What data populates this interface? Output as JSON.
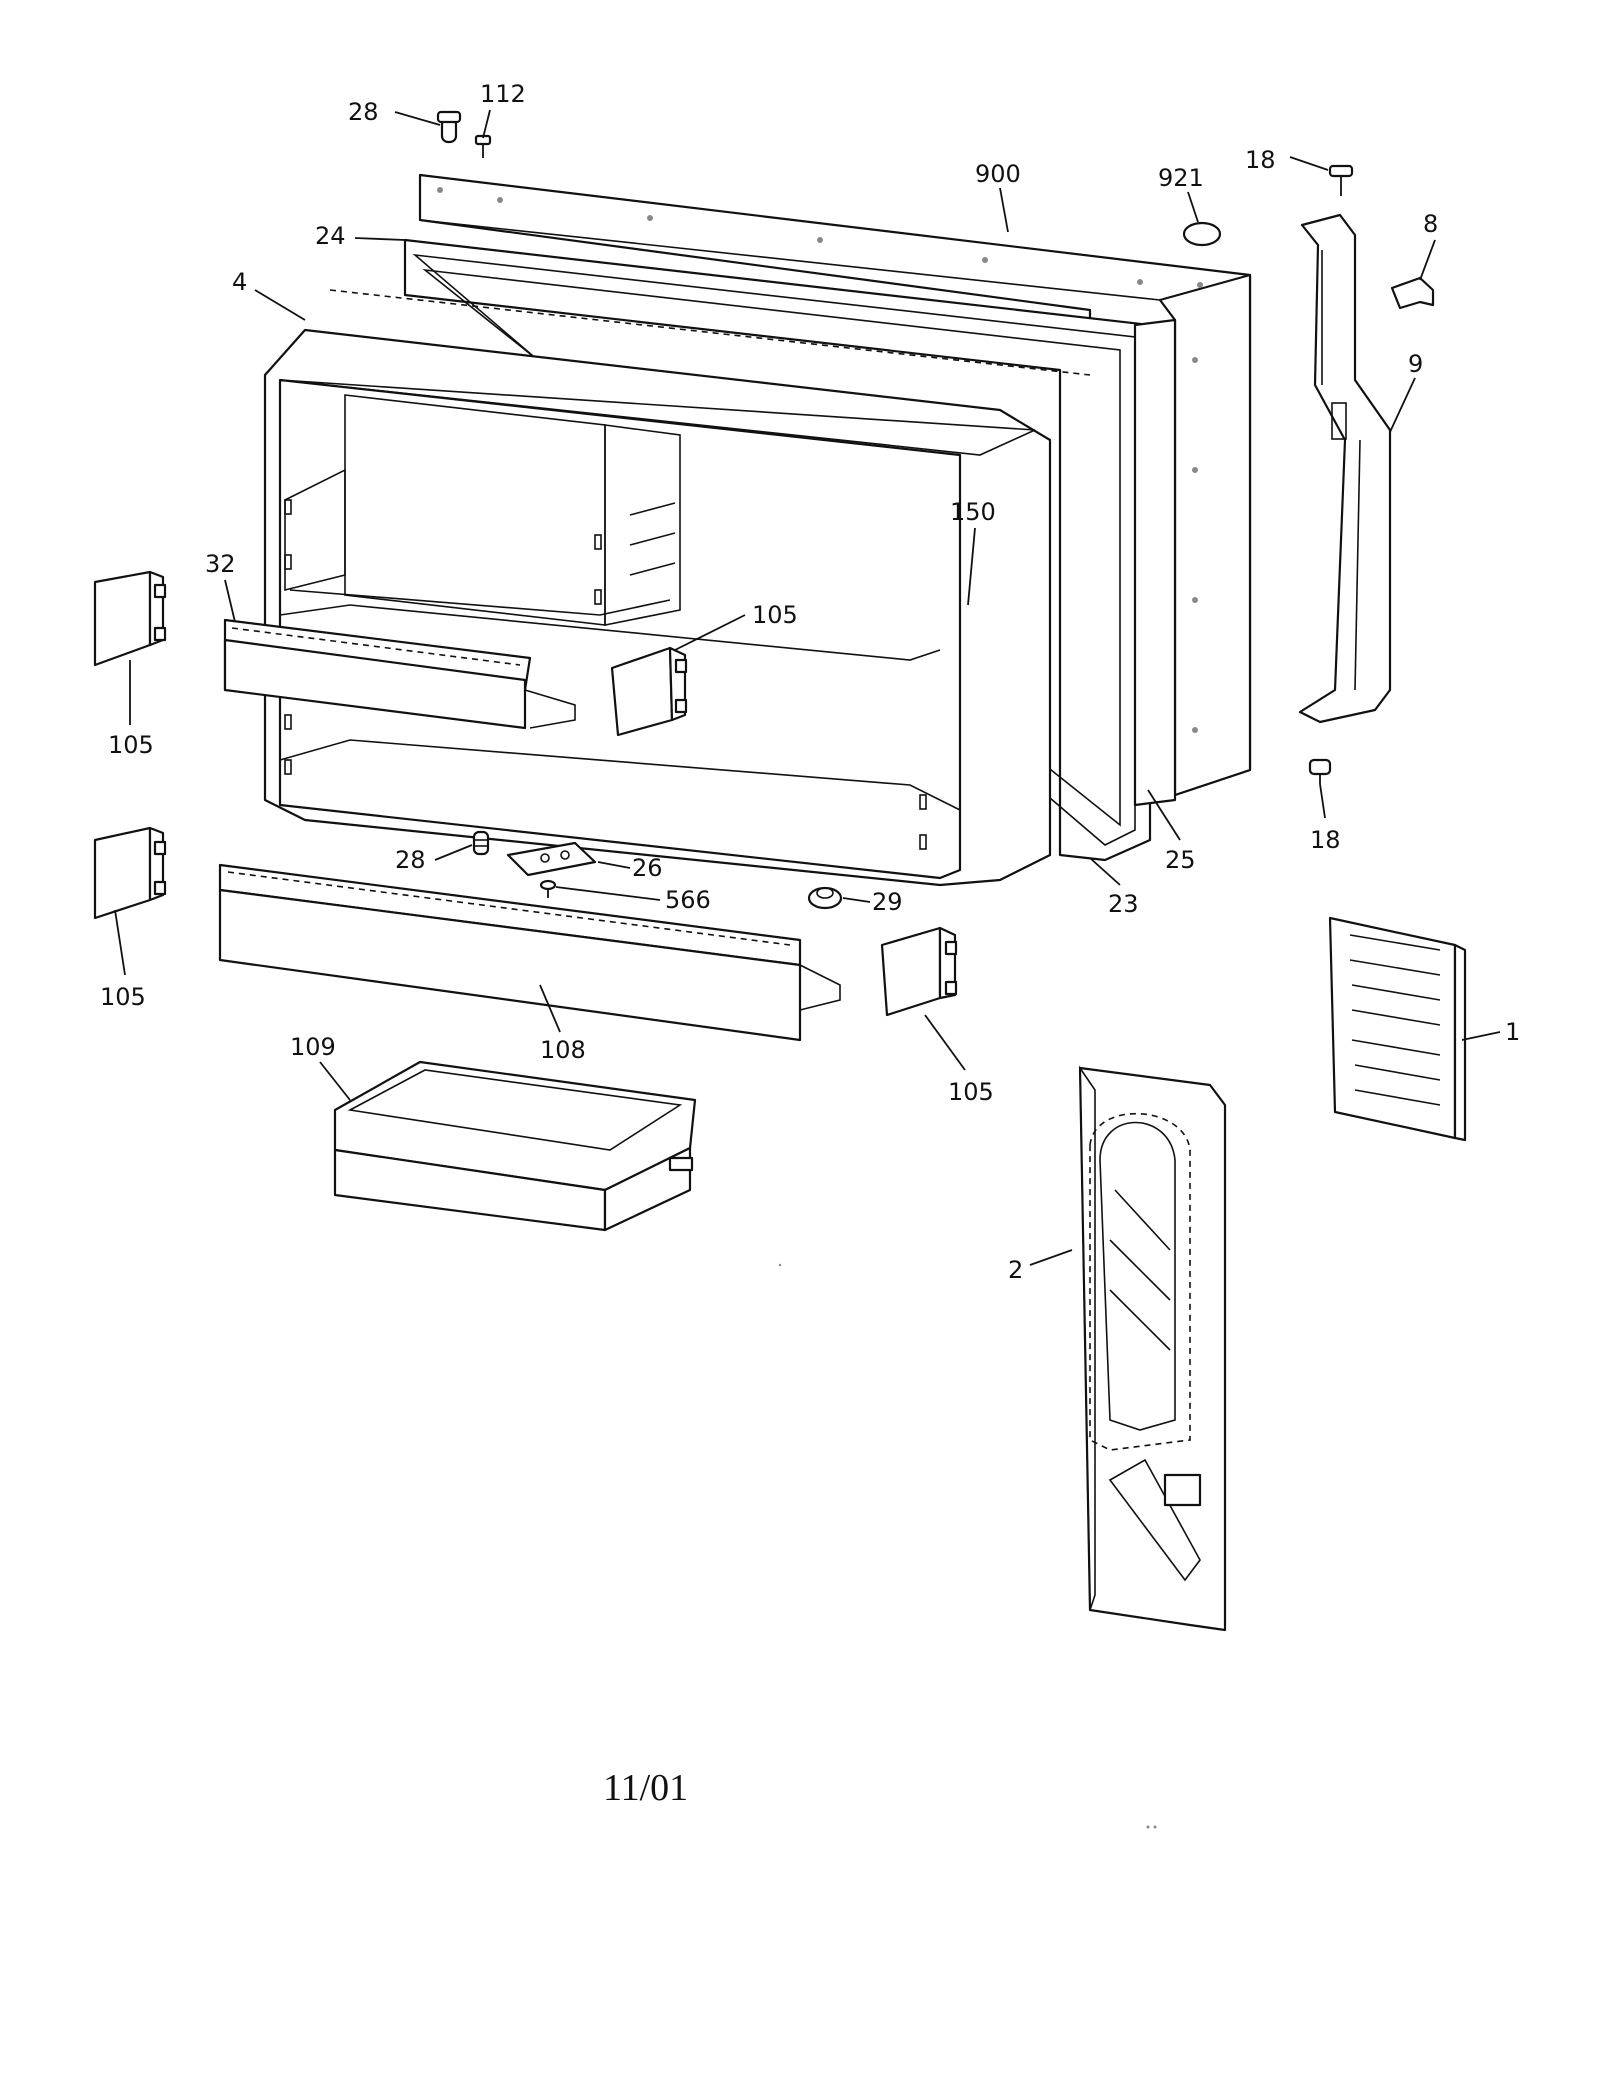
{
  "callouts": {
    "c28_top": "28",
    "c112": "112",
    "c900": "900",
    "c921": "921",
    "c18_top": "18",
    "c8": "8",
    "c24": "24",
    "c4": "4",
    "c9": "9",
    "c150": "150",
    "c32": "32",
    "c105_a": "105",
    "c105_b": "105",
    "c18_bottom": "18",
    "c25": "25",
    "c28_mid": "28",
    "c26": "26",
    "c566": "566",
    "c29": "29",
    "c23": "23",
    "c105_c": "105",
    "c1": "1",
    "c108": "108",
    "c109": "109",
    "c105_d": "105",
    "c2": "2"
  },
  "footer": {
    "date_code": "11/01"
  }
}
